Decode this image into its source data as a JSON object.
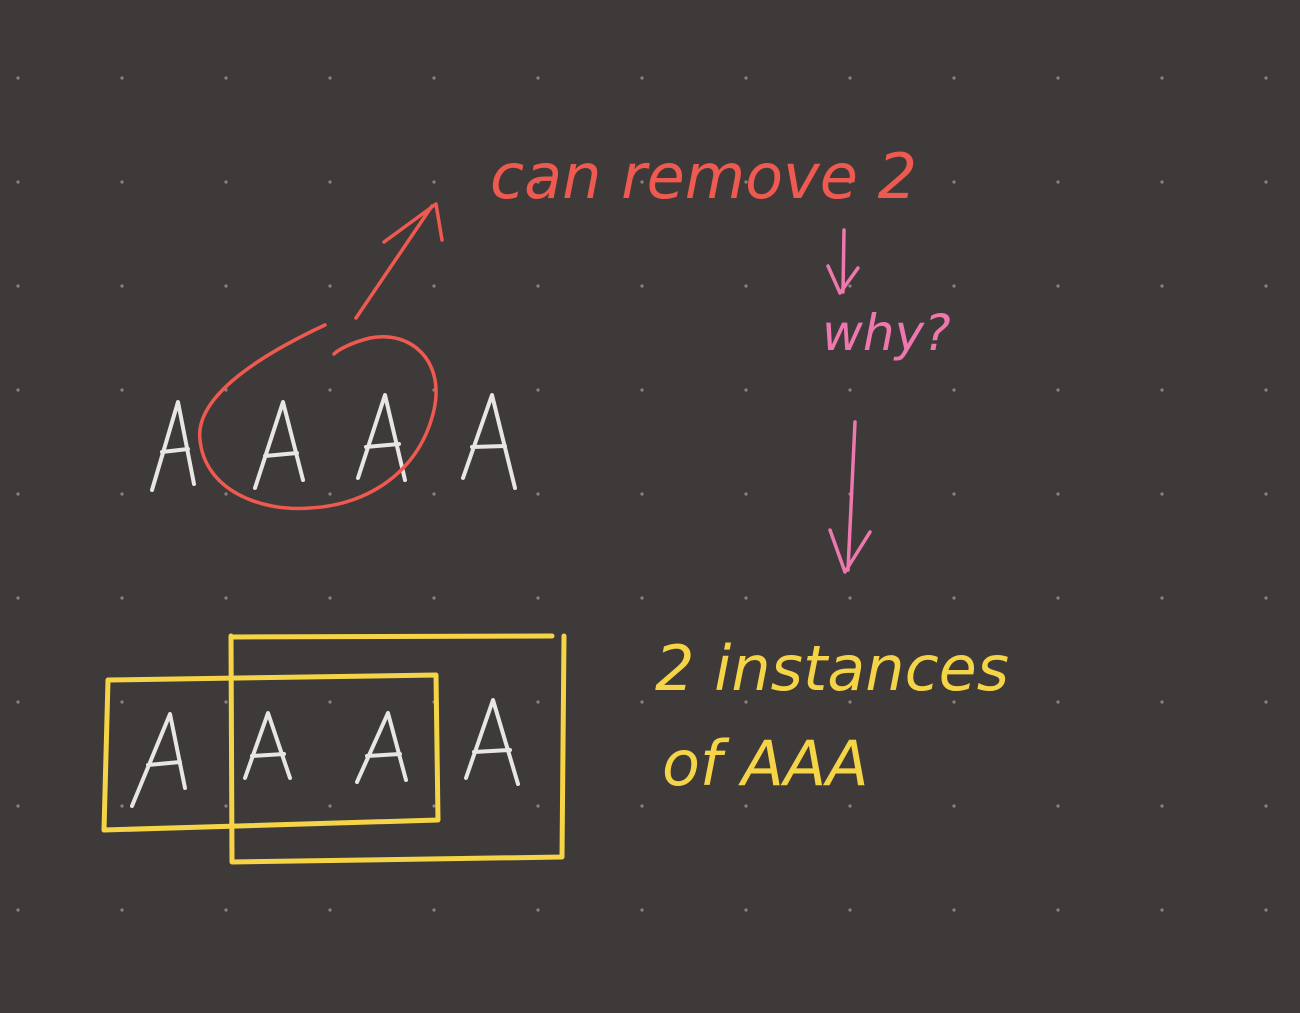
{
  "colors": {
    "background": "#3e3a39",
    "dot": "#8a8583",
    "white_ink": "#e8e6e4",
    "red_ink": "#ef5a50",
    "pink_ink": "#ee78ad",
    "yellow_ink": "#f5d547"
  },
  "top_row": {
    "letters": [
      "A",
      "A",
      "A",
      "A"
    ]
  },
  "bottom_row": {
    "letters": [
      "A",
      "A",
      "A",
      "A"
    ]
  },
  "notes": {
    "red_note": "can remove 2",
    "pink_note": "why?",
    "yellow_note_line1": "2 instances",
    "yellow_note_line2": "of AAA"
  }
}
